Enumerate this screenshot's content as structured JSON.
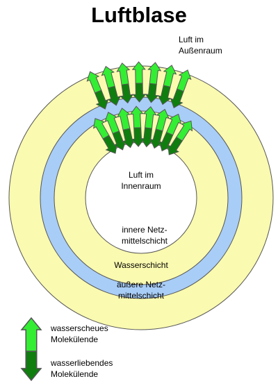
{
  "title": "Luftblase",
  "labels": {
    "outer_air": [
      "Luft im",
      "Außenraum"
    ],
    "inner_air": [
      "Luft im",
      "Innenraum"
    ],
    "inner_layer": [
      "innere Netz-",
      "mittelschicht"
    ],
    "water_layer": "Wasserschicht",
    "outer_layer": [
      "äußere Netz-",
      "mittelschicht"
    ]
  },
  "legend": {
    "hydrophobic": [
      "wasserscheues",
      "Molekülende"
    ],
    "hydrophilic": [
      "wasserliebendes",
      "Molekülende"
    ]
  },
  "colors": {
    "outer_layer": "#fafab0",
    "water_layer": "#a8cdf7",
    "inner_layer": "#fafab0",
    "inner_air": "#ffffff",
    "hydrophobic_end": "#33ee33",
    "hydrophilic_end": "#0f7e0f",
    "stroke": "#555555"
  },
  "icons": {
    "molecule_arrow": "double-headed-arrow-icon"
  }
}
